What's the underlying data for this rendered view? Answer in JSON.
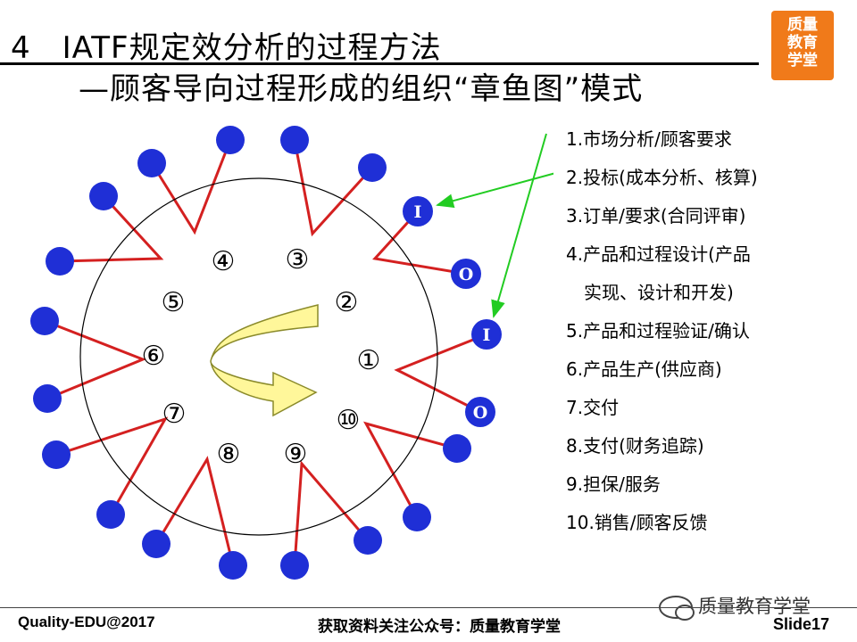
{
  "slide": {
    "title_line1": "4　IATF规定效分析的过程方法",
    "title_line2": "—顾客导向过程形成的组织“章鱼图”模式",
    "logo_lines": [
      "质量",
      "教育",
      "学堂"
    ]
  },
  "diagram": {
    "step_numbers": [
      "①",
      "②",
      "③",
      "④",
      "⑤",
      "⑥",
      "⑦",
      "⑧",
      "⑨",
      "⑩"
    ],
    "io_labels": [
      "I",
      "O",
      "I",
      "O"
    ],
    "colors": {
      "node": "#1f2fd6",
      "tentacle": "#d42020",
      "arrow_fill": "#fff79a",
      "arrow_stroke": "#8a8a2a",
      "pointer": "#22cc22",
      "circle": "#000000"
    }
  },
  "legend": {
    "items": [
      "1.市场分析/顾客要求",
      "2.投标(成本分析、核算)",
      "3.订单/要求(合同评审)",
      "4.产品和过程设计(产品",
      "　实现、设计和开发)",
      "5.产品和过程验证/确认",
      "6.产品生产(供应商)",
      "7.交付",
      "8.支付(财务追踪)",
      "9.担保/服务",
      "10.销售/顾客反馈"
    ]
  },
  "footer": {
    "left": "Quality-EDU@2017",
    "center": "获取资料关注公众号：质量教育学堂",
    "right": "Slide17",
    "wechat_text": "质量教育学堂"
  }
}
